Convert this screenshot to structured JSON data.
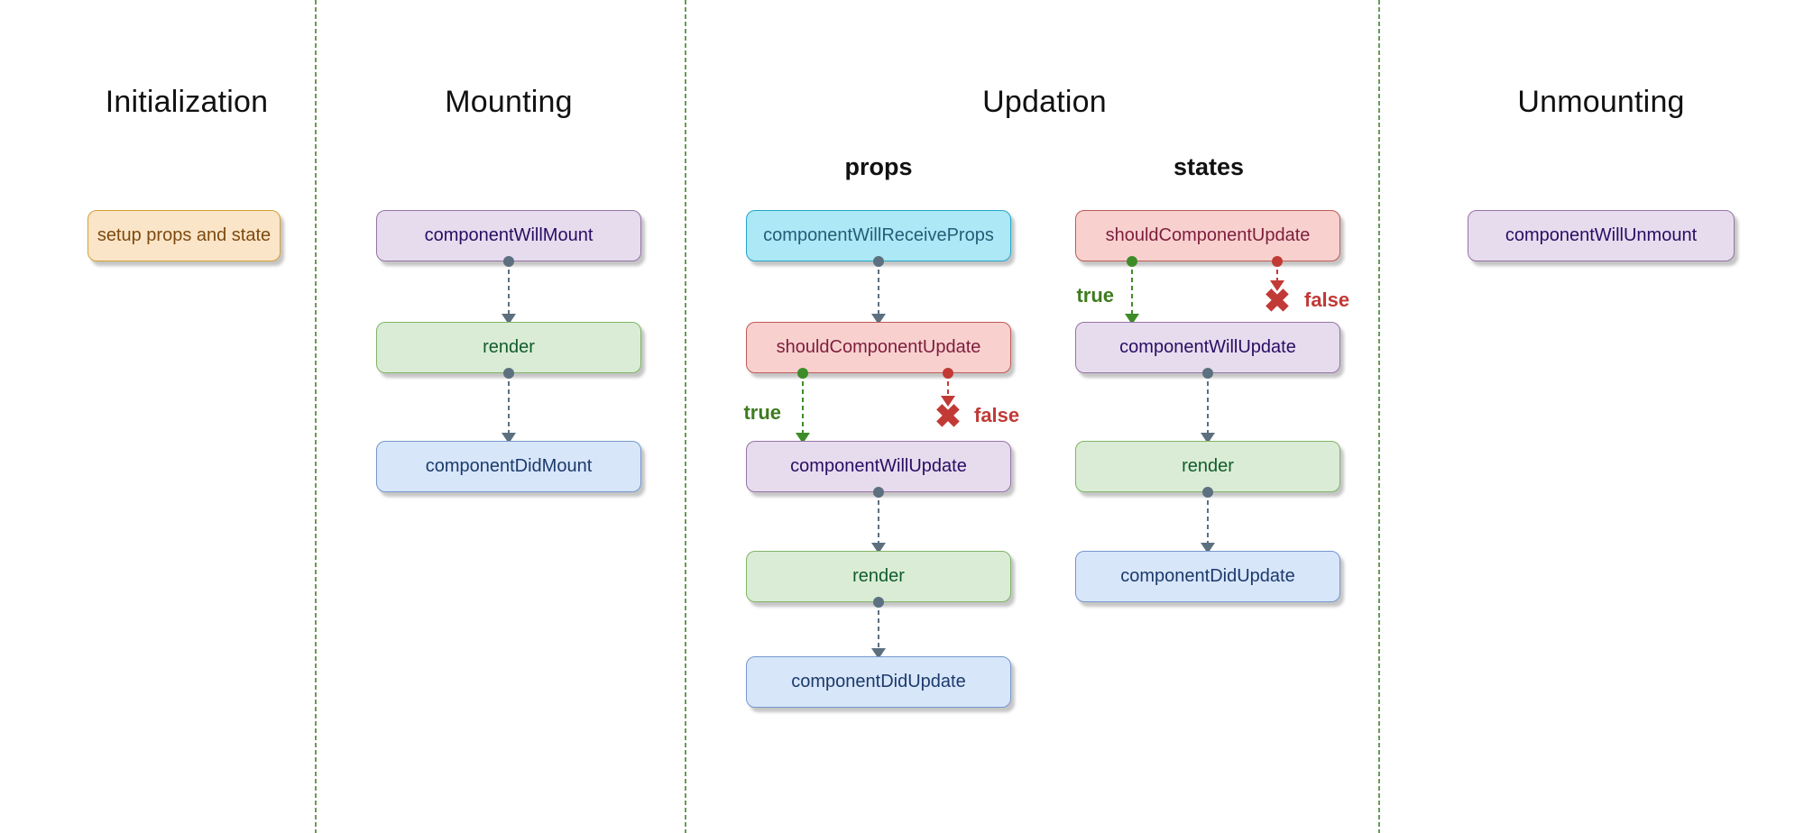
{
  "diagram": {
    "phases": [
      {
        "title": "Initialization"
      },
      {
        "title": "Mounting"
      },
      {
        "title": "Updation",
        "subgroups": [
          {
            "title": "props"
          },
          {
            "title": "states"
          }
        ]
      },
      {
        "title": "Unmounting"
      }
    ],
    "nodes": {
      "setup": "setup props and state",
      "componentWillMount": "componentWillMount",
      "render": "render",
      "componentDidMount": "componentDidMount",
      "componentWillReceiveProps": "componentWillReceiveProps",
      "shouldComponentUpdate": "shouldComponentUpdate",
      "componentWillUpdate": "componentWillUpdate",
      "componentDidUpdate": "componentDidUpdate",
      "componentWillUnmount": "componentWillUnmount"
    },
    "branch_labels": {
      "true": "true",
      "false": "false"
    }
  },
  "icons": {
    "false_x": "✖"
  },
  "colors": {
    "node_orange": {
      "fill": "#fbe5c8",
      "border": "#d5a036",
      "text": "#7d4a0f"
    },
    "node_purple": {
      "fill": "#e6dcee",
      "border": "#9673a6",
      "text": "#2b0c63"
    },
    "node_green": {
      "fill": "#daecd5",
      "border": "#7fb567",
      "text": "#115c2e"
    },
    "node_blue": {
      "fill": "#d8e6fa",
      "border": "#7598cc",
      "text": "#1b3a6b"
    },
    "node_cyan": {
      "fill": "#ace8f5",
      "border": "#25a6c7",
      "text": "#235d78"
    },
    "node_red": {
      "fill": "#f8d1cf",
      "border": "#bf5a56",
      "text": "#7e1d3c"
    },
    "connector_slate": "#5c7080",
    "branch_true_green": "#3e7c1f",
    "branch_false_red": "#c13a36",
    "separator_green": "#6a9c52",
    "title_text": "#111111"
  }
}
